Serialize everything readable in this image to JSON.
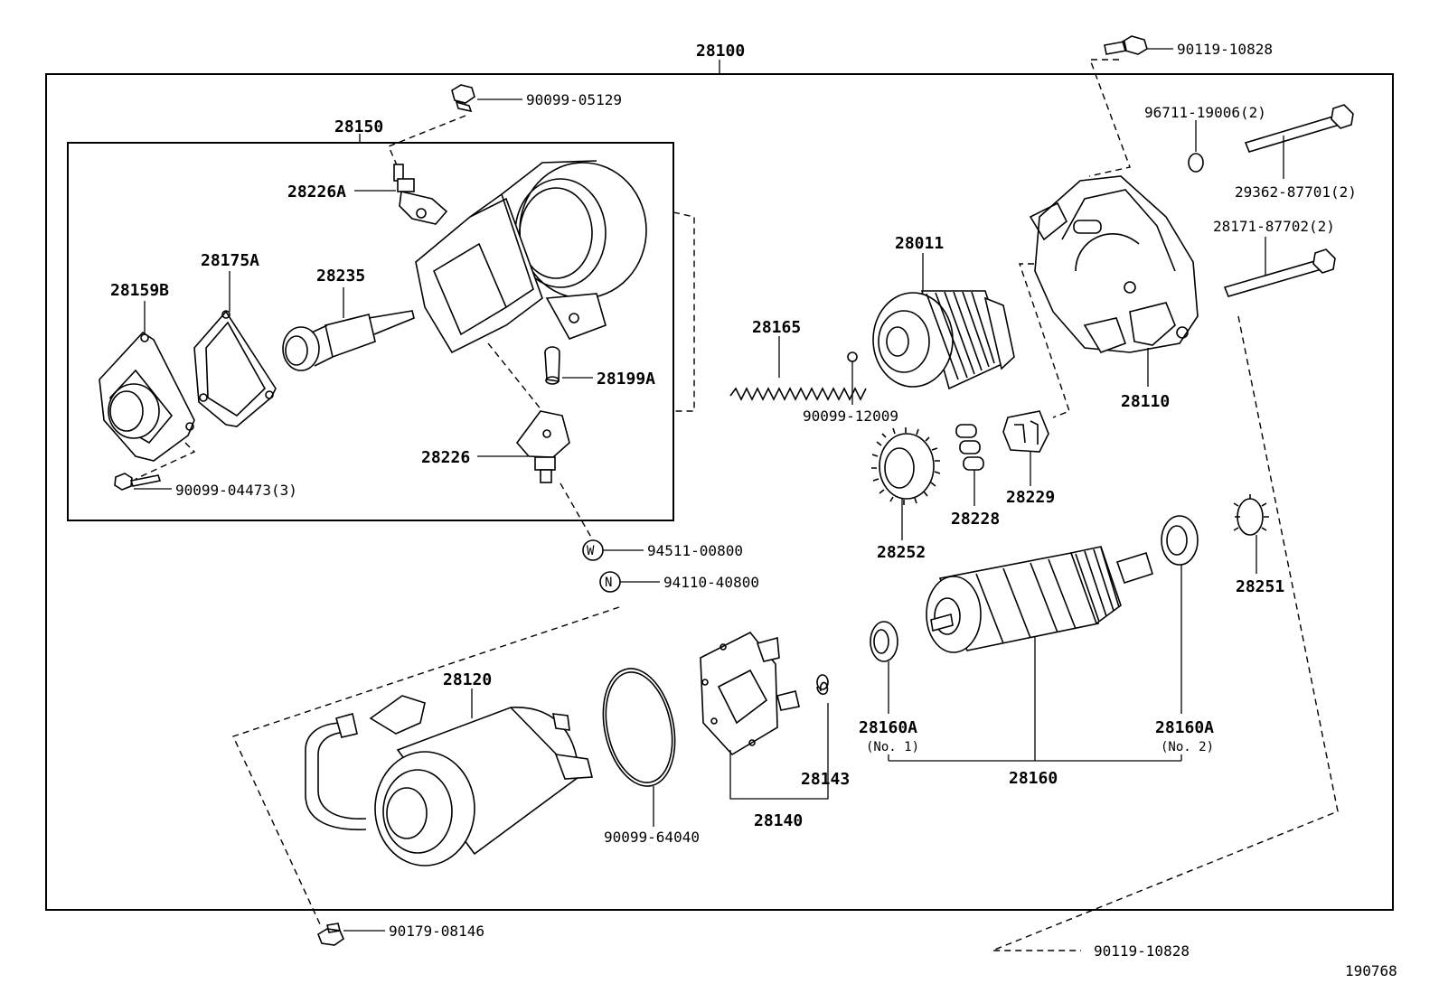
{
  "diagram": {
    "assembly": "28100",
    "sub_assembly": "28150",
    "figure_number": "190768",
    "labels": {
      "p28226A": "28226A",
      "p28175A": "28175A",
      "p28159B": "28159B",
      "p28235": "28235",
      "p28199A": "28199A",
      "p28226": "28226",
      "b90099_04473": "90099-04473(3)",
      "b90099_05129": "90099-05129",
      "w94511": "94511-00800",
      "w_letter": "W",
      "n94110": "94110-40800",
      "n_letter": "N",
      "p28120": "28120",
      "b90179": "90179-08146",
      "p90099_64040": "90099-64040",
      "p28140": "28140",
      "p28143": "28143",
      "p28165": "28165",
      "b90099_12009": "90099-12009",
      "p28011": "28011",
      "p28252": "28252",
      "p28228": "28228",
      "p28229": "28229",
      "p28160A_1": "28160A",
      "p28160A_1_sub": "(No. 1)",
      "p28160A_2": "28160A",
      "p28160A_2_sub": "(No. 2)",
      "p28160": "28160",
      "p28251": "28251",
      "p28110": "28110",
      "b90119_top": "90119-10828",
      "b96711": "96711-19006(2)",
      "b29362": "29362-87701(2)",
      "b28171": "28171-87702(2)",
      "b90119_bottom": "90119-10828"
    }
  }
}
